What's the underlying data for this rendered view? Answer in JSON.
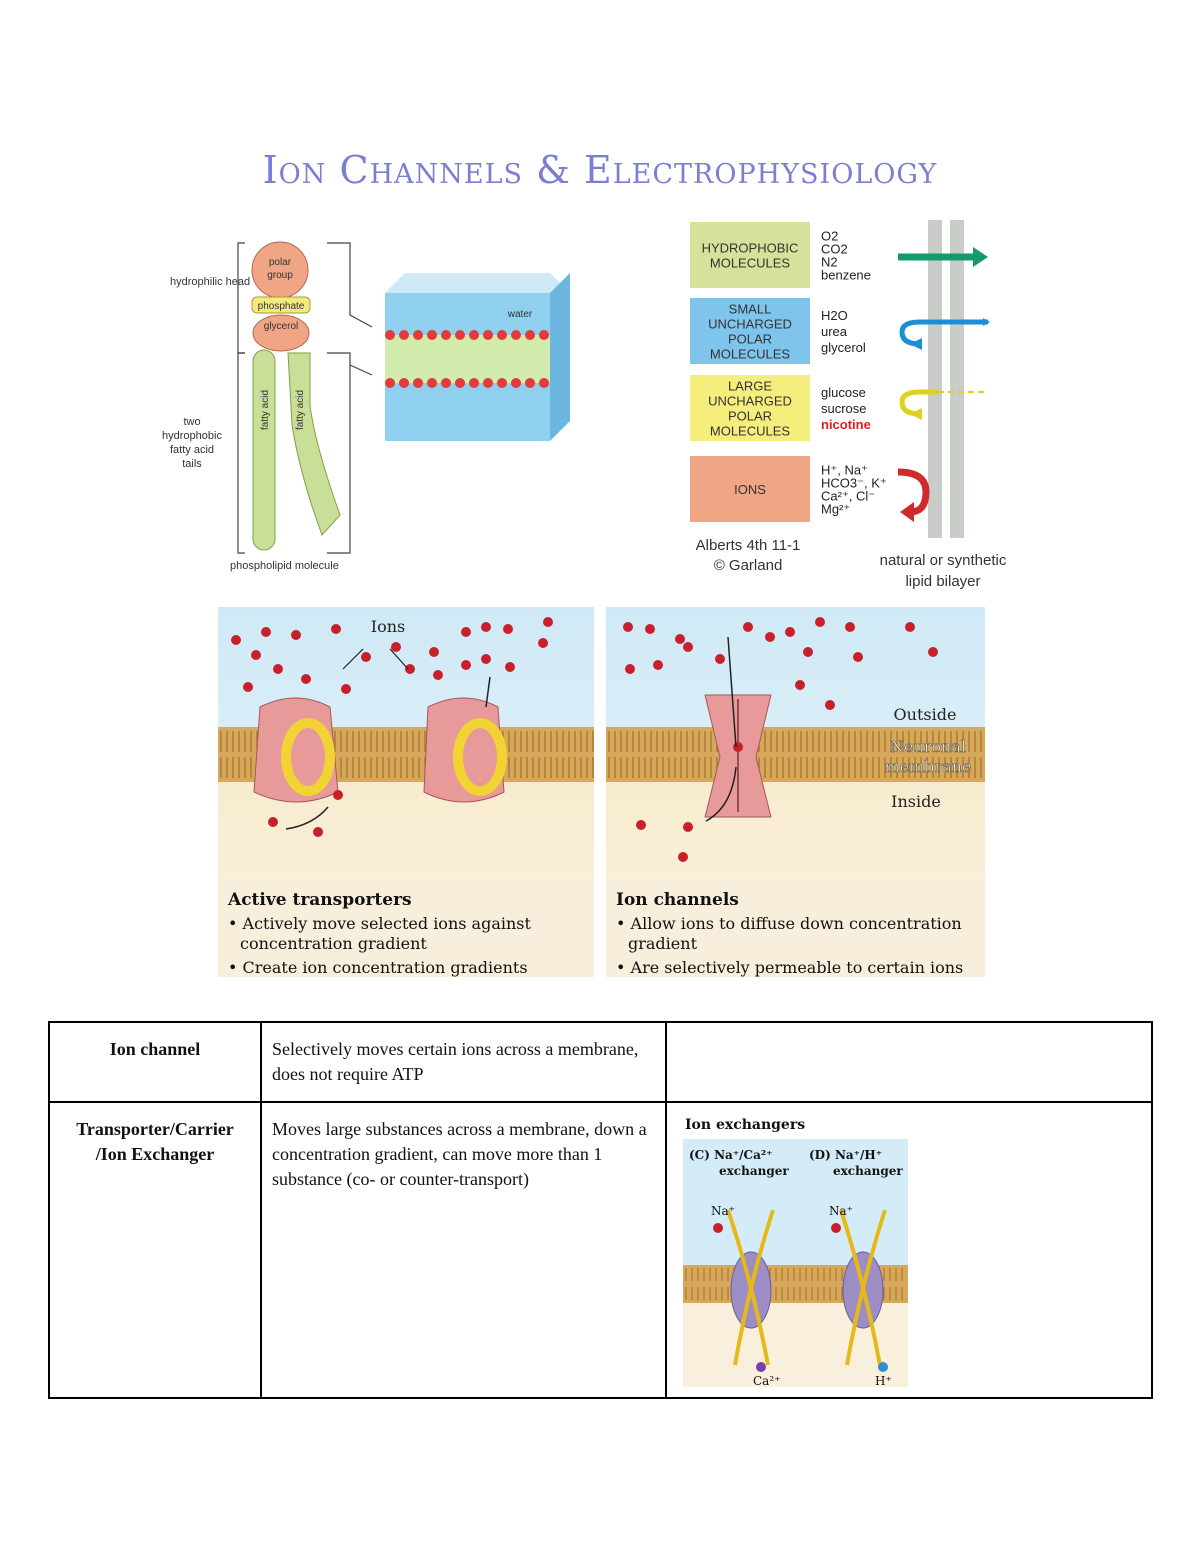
{
  "title": "Ion Channels & Electrophysiology",
  "figure1": {
    "head_label": "hydrophilic head",
    "polar_group": "polar group",
    "phosphate": "phosphate",
    "glycerol": "glycerol",
    "fatty_acid": "fatty acid",
    "tails_label": "two hydrophobic fatty acid tails",
    "molecule_label": "phospholipid molecule",
    "water": "water"
  },
  "figure2": {
    "rows": [
      {
        "category": "HYDROPHOBIC MOLECULES",
        "items": [
          "O2",
          "CO2",
          "N2",
          "benzene"
        ],
        "color": "#d4e29a"
      },
      {
        "category": "SMALL UNCHARGED POLAR MOLECULES",
        "items": [
          "H2O",
          "urea",
          "glycerol"
        ],
        "color": "#7fc4ec"
      },
      {
        "category": "LARGE UNCHARGED POLAR MOLECULES",
        "items": [
          "glucose",
          "sucrose",
          "nicotine"
        ],
        "color": "#f5ee7c"
      },
      {
        "category": "IONS",
        "items": [
          "H⁺, Na⁺",
          "HCO3⁻, K⁺",
          "Ca²⁺, Cl⁻",
          "Mg²⁺"
        ],
        "color": "#f0a585"
      }
    ],
    "source_line1": "Alberts 4th 11-1",
    "source_line2": "© Garland",
    "bilayer_line1": "natural or synthetic",
    "bilayer_line2": "lipid bilayer"
  },
  "figure3": {
    "ions_label": "Ions",
    "outside": "Outside",
    "membrane_line1": "Neuronal",
    "membrane_line2": "membrane",
    "inside": "Inside",
    "left_title": "Active transporters",
    "left_bullets": [
      "• Actively move selected ions against",
      "concentration gradient",
      "• Create ion concentration gradients"
    ],
    "right_title": "Ion channels",
    "right_bullets": [
      "• Allow ions to diffuse down concentration",
      "gradient",
      "• Are selectively permeable to certain ions"
    ]
  },
  "table": {
    "rows": [
      {
        "name": "Ion channel",
        "description": "Selectively moves certain ions across a membrane, does not require ATP"
      },
      {
        "name_line1": "Transporter/Carrier",
        "name_line2": "/Ion Exchanger",
        "description": "Moves large substances across a membrane, down a concentration gradient, can move more than 1 substance (co- or counter-transport)"
      }
    ],
    "exchanger": {
      "title": "Ion exchangers",
      "c_label": "(C) Na⁺/Ca²⁺",
      "d_label": "(D) Na⁺/H⁺",
      "exchanger_word": "exchanger",
      "na": "Na⁺",
      "ca": "Ca²⁺",
      "h": "H⁺"
    }
  }
}
